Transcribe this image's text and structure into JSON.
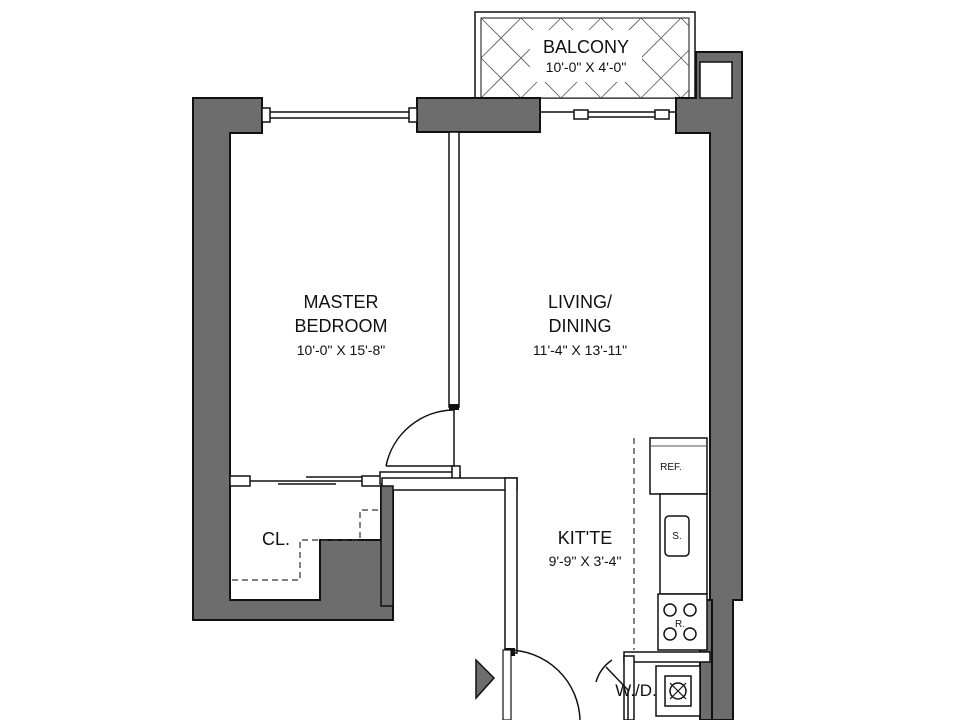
{
  "rooms": {
    "balcony": {
      "name": "BALCONY",
      "dims": "10'-0\" X 4'-0\""
    },
    "master_bedroom": {
      "name_line1": "MASTER",
      "name_line2": "BEDROOM",
      "dims": "10'-0\" X 15'-8\""
    },
    "living_dining": {
      "name_line1": "LIVING/",
      "name_line2": "DINING",
      "dims": "11'-4\" X 13'-11\""
    },
    "kitchenette": {
      "name": "KIT'TE",
      "dims": "9'-9\" X 3'-4\""
    },
    "closet": {
      "name": "CL."
    },
    "washer_dryer": {
      "name": "W./D."
    }
  },
  "appliances": {
    "refrigerator": "REF.",
    "sink": "S.",
    "range": "R."
  },
  "colors": {
    "wall_fill": "#6d6d6d",
    "line": "#111111",
    "background": "#ffffff"
  }
}
